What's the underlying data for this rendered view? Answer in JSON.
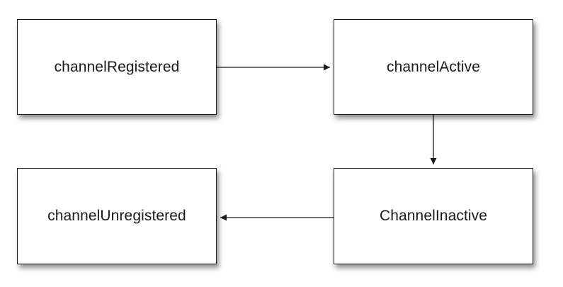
{
  "diagram": {
    "nodes": {
      "registered": {
        "label": "channelRegistered"
      },
      "active": {
        "label": "channelActive"
      },
      "inactive": {
        "label": "ChannelInactive"
      },
      "unregistered": {
        "label": "channelUnregistered"
      }
    },
    "edges": [
      {
        "from": "channelRegistered",
        "to": "channelActive"
      },
      {
        "from": "channelActive",
        "to": "ChannelInactive"
      },
      {
        "from": "ChannelInactive",
        "to": "channelUnregistered"
      }
    ],
    "colors": {
      "stroke": "#1a1a1a",
      "background": "#ffffff"
    }
  }
}
